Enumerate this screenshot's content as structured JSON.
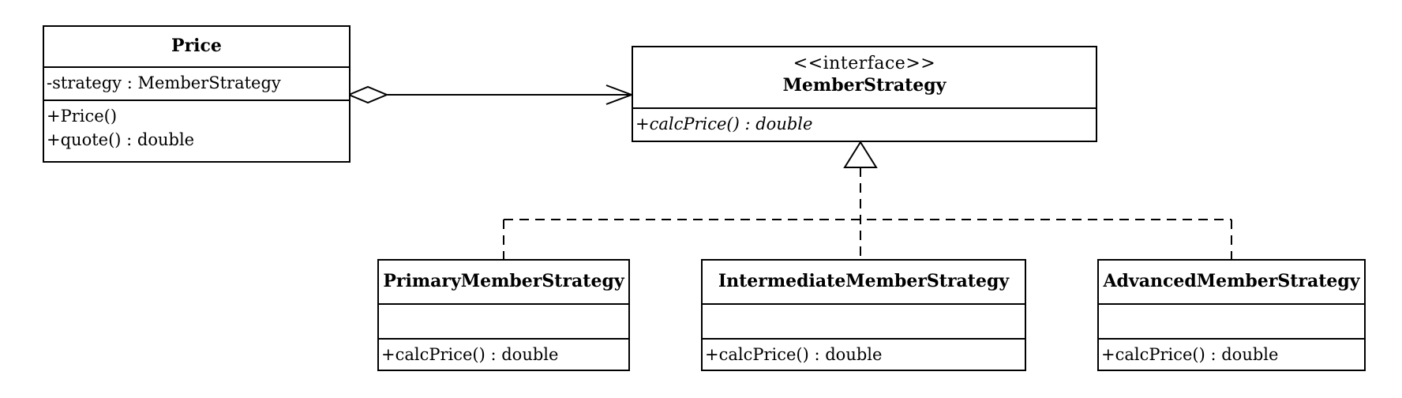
{
  "classes": {
    "price": {
      "name": "Price",
      "attributes": [
        "-strategy : MemberStrategy"
      ],
      "operations": [
        "+Price()",
        "+quote() : double"
      ]
    },
    "member_strategy": {
      "stereotype": "<<interface>>",
      "name": "MemberStrategy",
      "operations": [
        "+calcPrice() : double"
      ]
    },
    "primary": {
      "name": "PrimaryMemberStrategy",
      "attributes": [],
      "operations": [
        "+calcPrice() : double"
      ]
    },
    "intermediate": {
      "name": "IntermediateMemberStrategy",
      "attributes": [],
      "operations": [
        "+calcPrice() : double"
      ]
    },
    "advanced": {
      "name": "AdvancedMemberStrategy",
      "attributes": [],
      "operations": [
        "+calcPrice() : double"
      ]
    }
  },
  "relationships": [
    {
      "type": "aggregation",
      "from": "Price",
      "to": "MemberStrategy"
    },
    {
      "type": "realization",
      "from": "PrimaryMemberStrategy",
      "to": "MemberStrategy"
    },
    {
      "type": "realization",
      "from": "IntermediateMemberStrategy",
      "to": "MemberStrategy"
    },
    {
      "type": "realization",
      "from": "AdvancedMemberStrategy",
      "to": "MemberStrategy"
    }
  ]
}
